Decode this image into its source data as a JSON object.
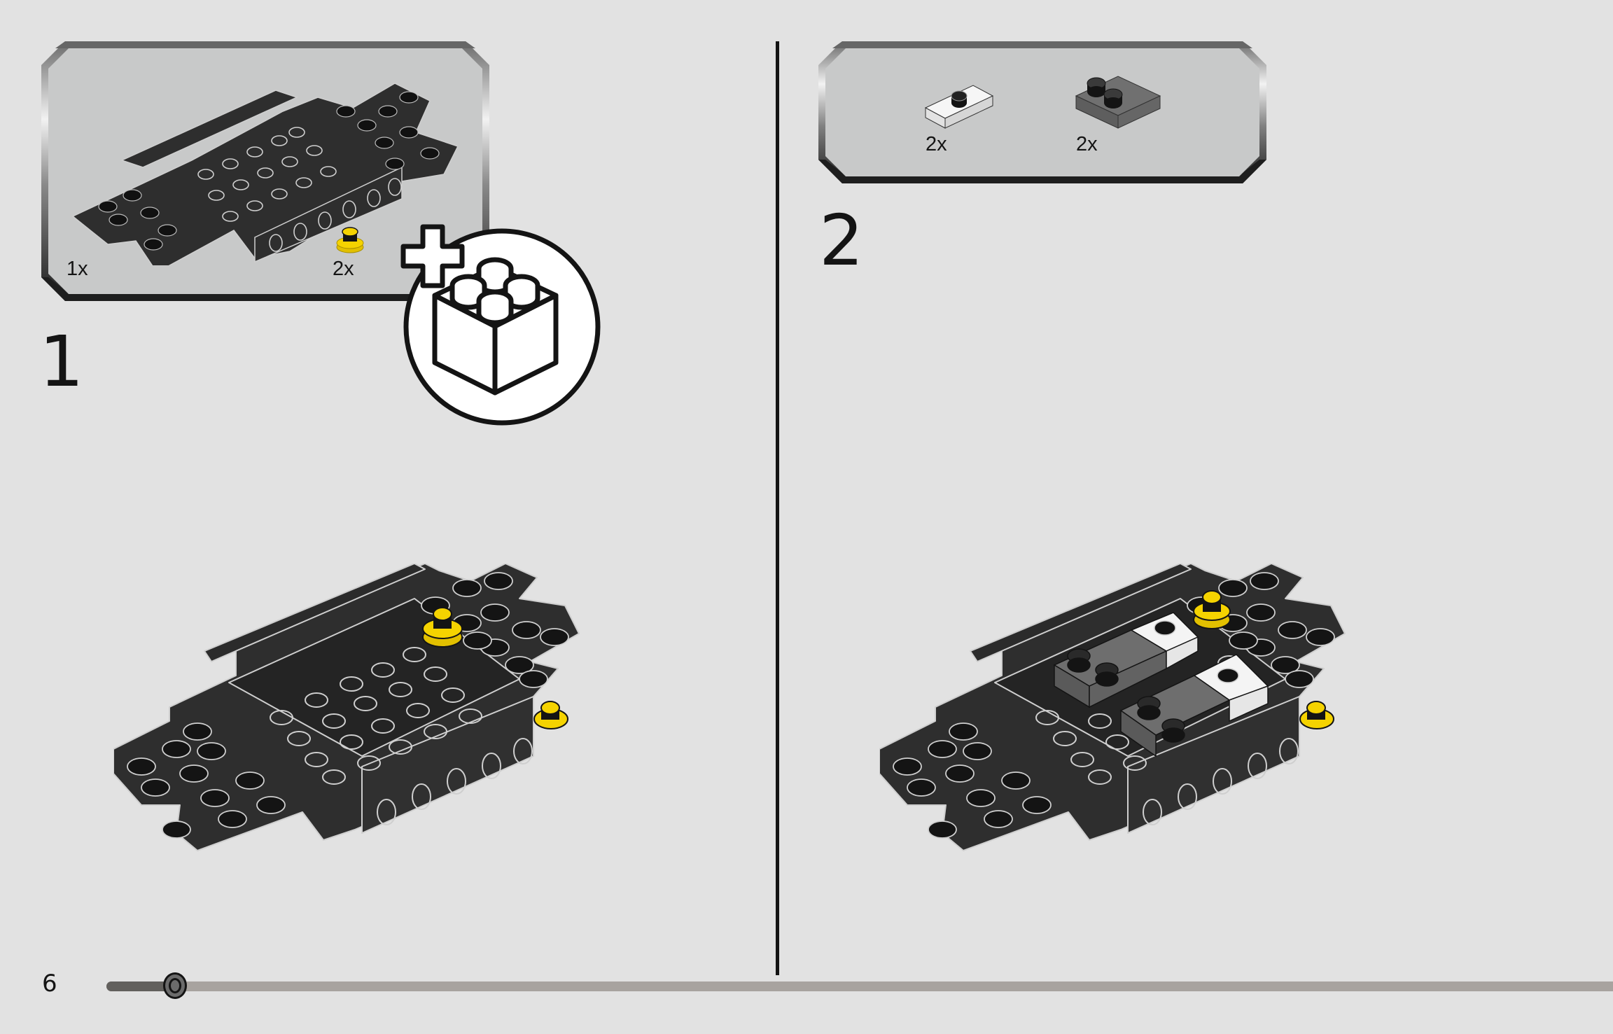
{
  "page": {
    "number": "6",
    "background": "#e2e2e2",
    "progress": {
      "percent": 4,
      "track_color": "#a8a39f",
      "fill_color": "#62605d"
    }
  },
  "colors": {
    "panel_fill": "#c8c9c9",
    "brick_black": "#2e2e2e",
    "brick_outline": "#cfcfcf",
    "brick_yellow": "#f5d300",
    "brick_white": "#f4f4f4",
    "brick_dark_gray": "#6e6e6e",
    "ink": "#141414"
  },
  "steps": [
    {
      "number": "1",
      "parts_panel": {
        "parts": [
          {
            "name": "chassis-base-6x12",
            "color": "black",
            "quantity": "1x"
          },
          {
            "name": "round-plate-1x1",
            "color": "yellow",
            "quantity": "2x"
          }
        ]
      },
      "callout": {
        "type": "new-element-indicator",
        "icon": "plus-brick-icon"
      },
      "model": {
        "added_parts": [
          "round-plate-1x1 yellow",
          "round-plate-1x1 yellow"
        ]
      }
    },
    {
      "number": "2",
      "parts_panel": {
        "parts": [
          {
            "name": "jumper-plate-1x2",
            "color": "white",
            "quantity": "2x"
          },
          {
            "name": "tile-plate-2x2-with-2-studs",
            "color": "dark-gray",
            "quantity": "2x"
          }
        ]
      },
      "model": {
        "added_parts": [
          "jumper-plate-1x2 white",
          "jumper-plate-1x2 white",
          "plate-2x2 dark-gray",
          "plate-2x2 dark-gray"
        ]
      }
    }
  ]
}
